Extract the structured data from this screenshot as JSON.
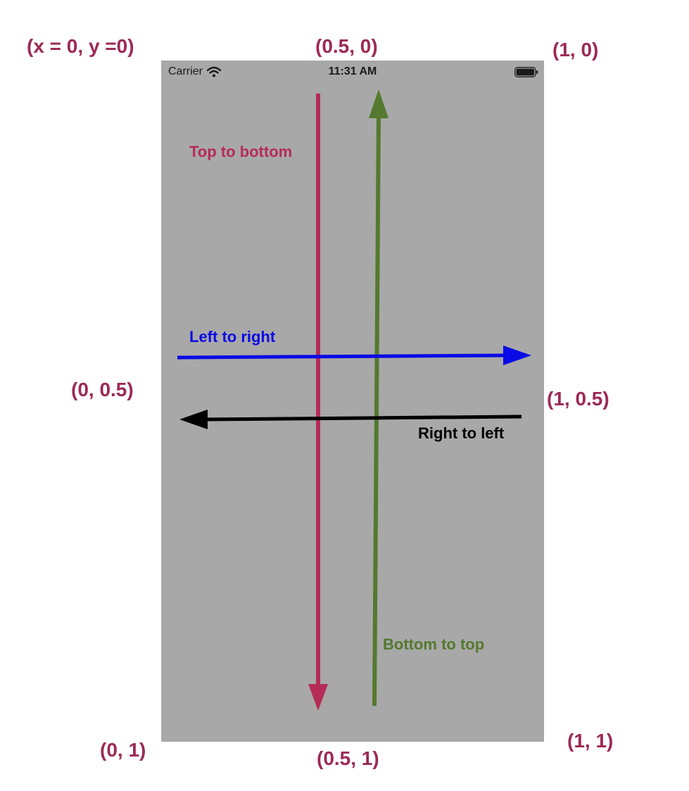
{
  "colors": {
    "coordinate_text": "#9c2a55",
    "phone_background": "#a8a8a8",
    "top_to_bottom": "#b52c57",
    "bottom_to_top": "#54792f",
    "left_to_right": "#0a0ae6",
    "right_to_left": "#000000"
  },
  "coordinates": {
    "top_left": "(x = 0, y =0)",
    "top_mid": "(0.5, 0)",
    "top_right": "(1, 0)",
    "mid_left": "(0, 0.5)",
    "mid_right": "(1, 0.5)",
    "bottom_left": "(0, 1)",
    "bottom_mid": "(0.5, 1)",
    "bottom_right": "(1, 1)"
  },
  "status_bar": {
    "carrier": "Carrier",
    "time": "11:31 AM",
    "wifi_icon": "wifi-icon",
    "battery_icon": "battery-icon"
  },
  "arrows": {
    "top_to_bottom": "Top to bottom",
    "left_to_right": "Left to right",
    "right_to_left": "Right to left",
    "bottom_to_top": "Bottom to top"
  }
}
